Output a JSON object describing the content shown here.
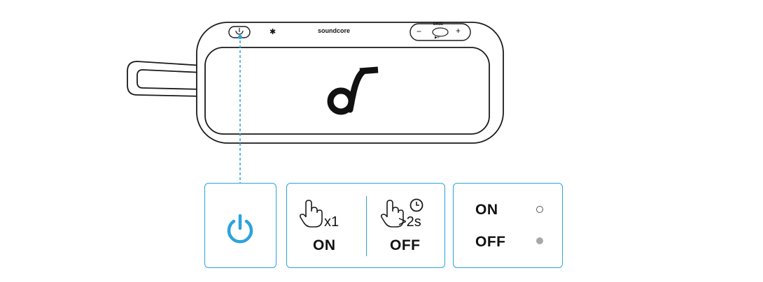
{
  "speaker": {
    "brand": "soundcore",
    "mode_button": "BASS",
    "minus": "−",
    "plus": "+",
    "play_pause": "▶II",
    "bluetooth_symbol": "✱"
  },
  "power_button_panel": {
    "icon": "power-icon"
  },
  "press_panel": {
    "press_once": {
      "count": "x1",
      "result": "ON"
    },
    "press_hold": {
      "duration": ">2s",
      "result": "OFF"
    }
  },
  "indicator_panel": {
    "rows": [
      {
        "state": "ON",
        "led": "unlit"
      },
      {
        "state": "OFF",
        "led": "lit"
      }
    ]
  },
  "colors": {
    "accent": "#2ba3dc",
    "outline": "#1a1a1a",
    "led_lit": "#a8a8a8"
  }
}
